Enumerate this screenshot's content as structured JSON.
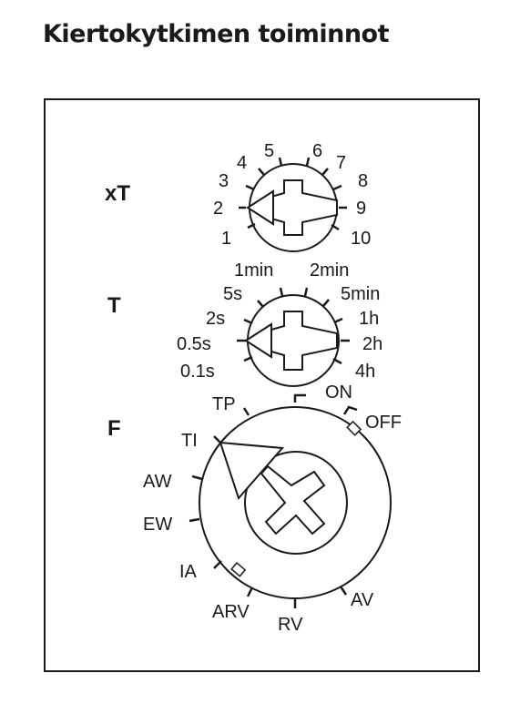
{
  "title": "Kiertokytkimen toiminnot",
  "rows": {
    "xT": "xT",
    "T": "T",
    "F": "F"
  },
  "dials": {
    "xT": {
      "labels": [
        "1",
        "2",
        "3",
        "4",
        "5",
        "6",
        "7",
        "8",
        "9",
        "10"
      ],
      "selected": "2"
    },
    "T": {
      "labels": [
        "0.1s",
        "0.5s",
        "2s",
        "5s",
        "1min",
        "2min",
        "5min",
        "1h",
        "2h",
        "4h"
      ],
      "selected": "0.5s"
    },
    "F": {
      "labels": [
        "TP",
        "ON",
        "OFF",
        "TI",
        "AW",
        "EW",
        "IA",
        "ARV",
        "RV",
        "AV"
      ],
      "selected": "TI"
    }
  }
}
